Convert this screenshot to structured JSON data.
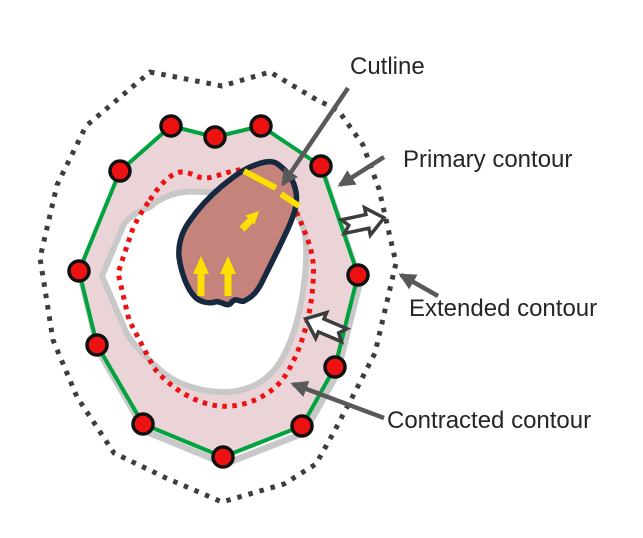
{
  "diagram": {
    "labels": {
      "cutline": "Cutline",
      "primary_contour": "Primary contour",
      "extended_contour": "Extended contour",
      "contracted_contour": "Contracted contour"
    },
    "colors": {
      "text": "#262626",
      "label-arrow": "#595959",
      "extended-dotted": "#3d3d3d",
      "primary-green": "#00a33e",
      "marker-red": "#ee1111",
      "marker-outline": "#111111",
      "contracted-red": "#ee1111",
      "band-pink": "#ebd4d7",
      "shadow-gray": "#c8c8c8",
      "blob-fill": "#c5837c",
      "blob-outline": "#17293e",
      "cutline-yellow": "#ffdf00",
      "block-arrow-outline": "#3d3d3d",
      "block-arrow-fill": "#ffffff"
    }
  }
}
